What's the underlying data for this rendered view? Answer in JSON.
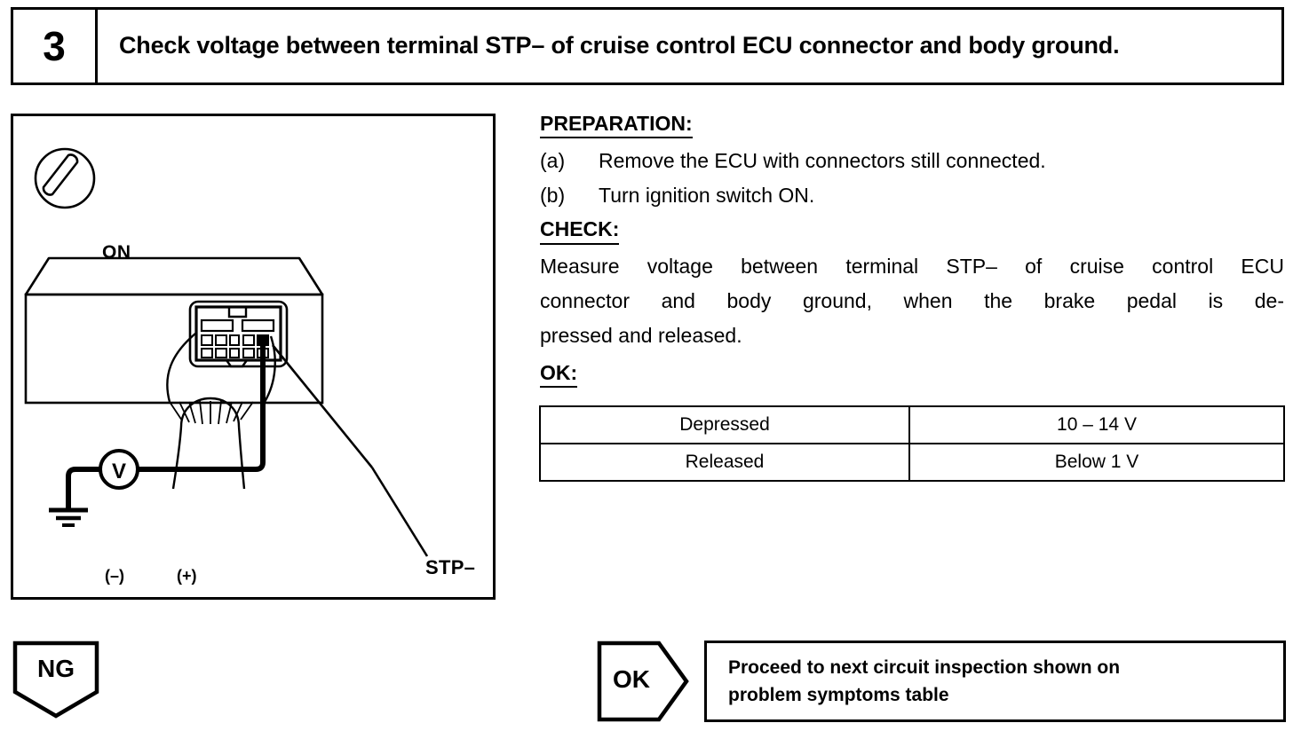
{
  "step": {
    "number": "3",
    "title": "Check voltage between terminal STP– of cruise control ECU connector and body ground."
  },
  "illustration": {
    "ignition_label": "ON",
    "terminal_label": "STP–",
    "meter_symbol": "V",
    "negative_probe_label": "(–)",
    "positive_probe_label": "(+)"
  },
  "instructions": {
    "preparation_heading": "PREPARATION:",
    "preparation_steps": [
      {
        "marker": "(a)",
        "text": "Remove the ECU with connectors still connected."
      },
      {
        "marker": "(b)",
        "text": "Turn ignition switch ON."
      }
    ],
    "check_heading": "CHECK:",
    "check_text": "Measure voltage between terminal STP– of cruise control ECU connector and body ground, when the brake pedal is depressed and released.",
    "check_lines": [
      "Measure voltage between terminal STP– of cruise control ECU",
      "connector and body ground, when the brake pedal is de-",
      "pressed and released."
    ],
    "ok_heading": "OK:"
  },
  "spec_table": {
    "rows": [
      {
        "condition": "Depressed",
        "value": "10 – 14 V"
      },
      {
        "condition": "Released",
        "value": "Below 1 V"
      }
    ]
  },
  "flow": {
    "ng_label": "NG",
    "ok_label": "OK",
    "result_lines": [
      "Proceed to next circuit inspection shown on",
      "problem symptoms table"
    ]
  },
  "colors": {
    "ink": "#000000",
    "paper": "#ffffff"
  }
}
